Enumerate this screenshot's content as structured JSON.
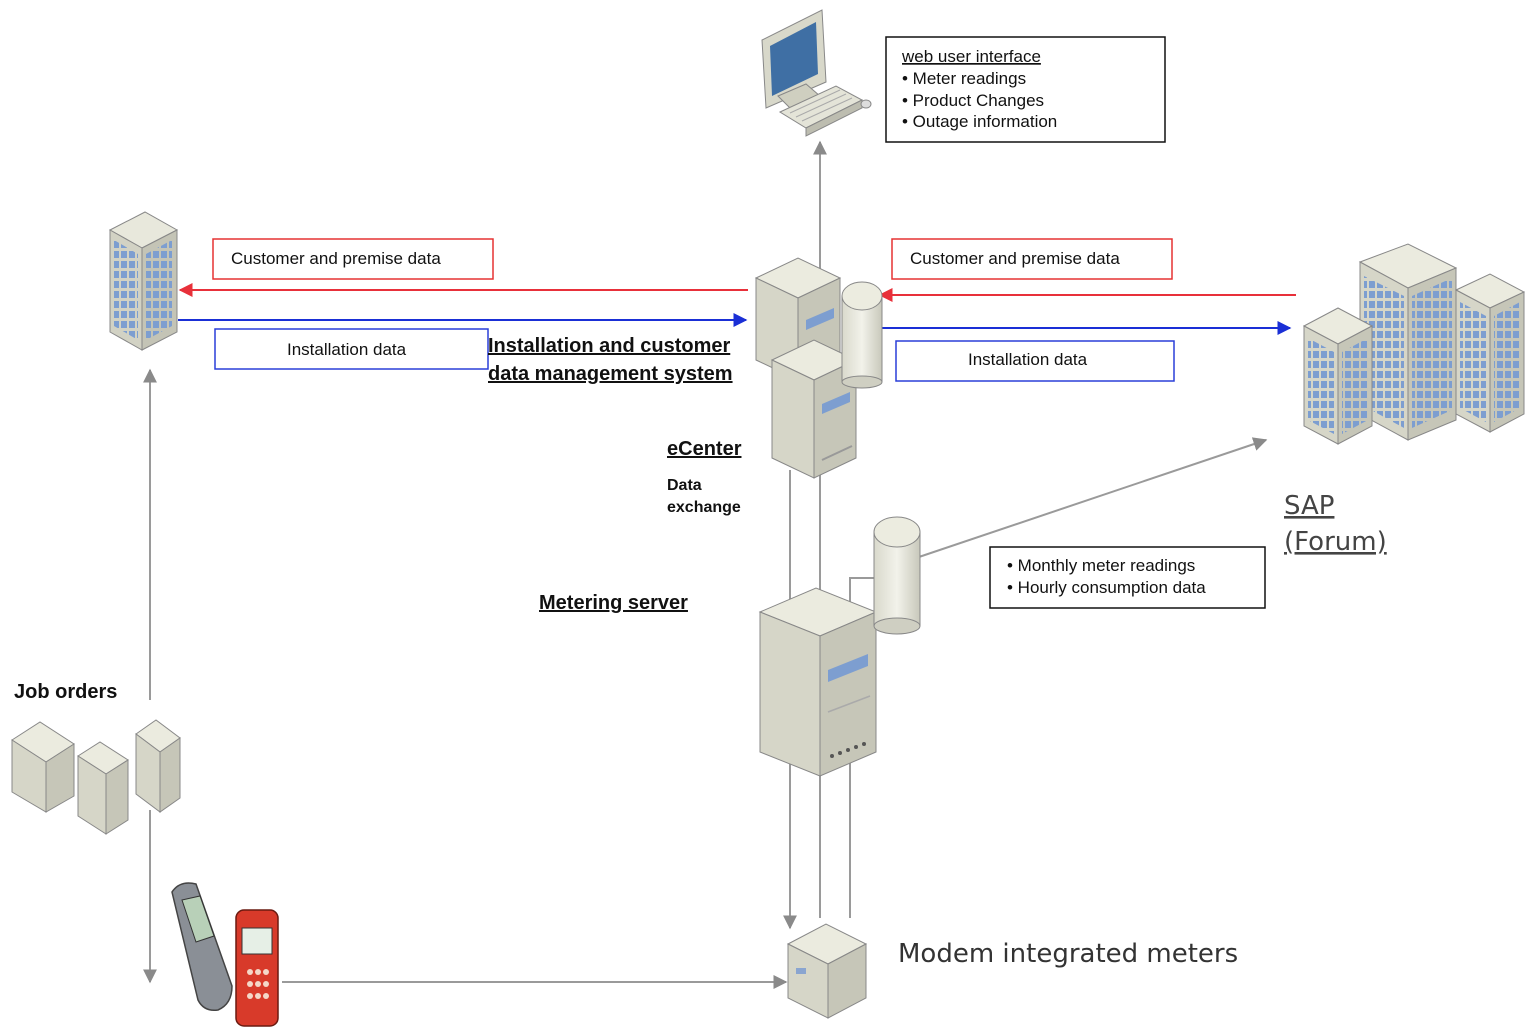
{
  "web_ui_box": {
    "title": "web user interface",
    "items": [
      "• Meter readings",
      "• Product Changes",
      "• Outage information"
    ]
  },
  "left_red_label": "Customer and premise data",
  "left_blue_label": "Installation data",
  "right_red_label": "Customer and premise data",
  "right_blue_label": "Installation data",
  "icdms_label": [
    "Installation and customer",
    "data management system"
  ],
  "ecenter_label": "eCenter",
  "data_exchange_label": [
    "Data",
    "exchange"
  ],
  "metering_server_label": "Metering server",
  "metering_box_items": [
    "• Monthly meter readings",
    "• Hourly consumption data"
  ],
  "sap_label": [
    "SAP",
    "(Forum)"
  ],
  "job_orders_label": "Job orders",
  "modem_label": "Modem integrated meters",
  "colors": {
    "red_arrow": "#e8303a",
    "blue_arrow": "#1a2fd6",
    "gray_line": "#9a9a9a",
    "box_border_red": "#e63232",
    "box_border_blue": "#2a3fd8"
  },
  "icons": [
    "desktop-computer-icon",
    "office-building-icon",
    "server-cluster-icon",
    "database-cylinder-icon",
    "metering-server-icon",
    "sap-buildings-icon",
    "job-order-buildings-icon",
    "mobile-phones-icon",
    "modem-meter-icon"
  ]
}
